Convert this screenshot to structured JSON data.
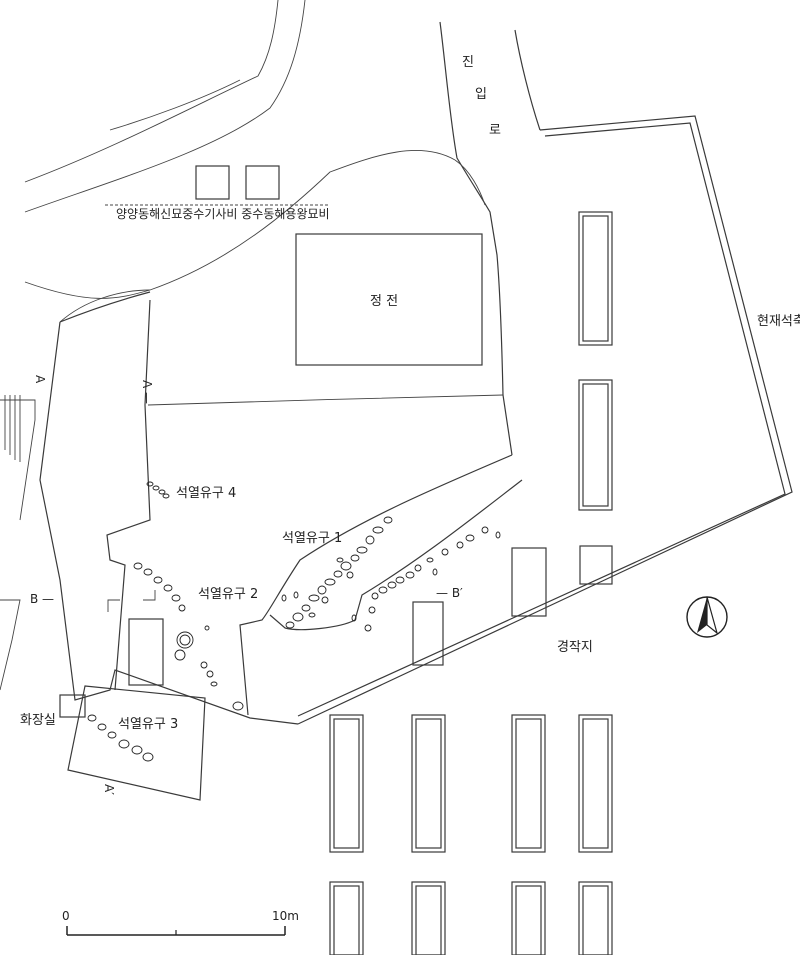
{
  "labels": {
    "approach_road_1": "진",
    "approach_road_2": "입",
    "approach_road_3": "로",
    "stele_label": "양양동해신묘중수기사비  중수동해용왕묘비",
    "main_hall": "정  전",
    "current_wall": "현재석축",
    "stone_row_1": "석열유구 1",
    "stone_row_2": "석열유구 2",
    "stone_row_3": "석열유구 3",
    "stone_row_4": "석열유구 4",
    "restroom": "화장실",
    "farmland": "경작지",
    "section_a_left": "A",
    "section_a": "A —",
    "section_a_prime": "A′",
    "section_b": "B —",
    "section_b_prime": "— B′"
  },
  "scale_bar": {
    "start_label": "0",
    "end_label": "10m"
  },
  "icons": {
    "north_arrow": "north-arrow-icon"
  }
}
